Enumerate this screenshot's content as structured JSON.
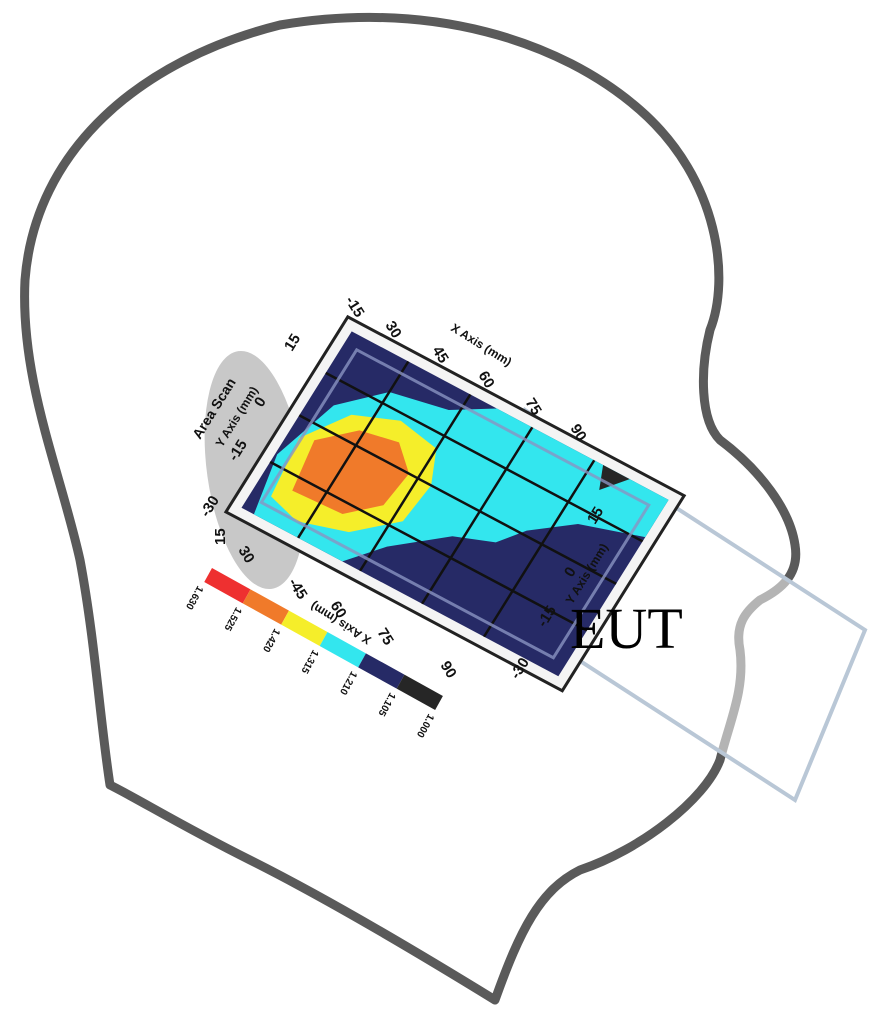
{
  "diagram": {
    "eut_label": "EUT",
    "scan_title": "Area Scan",
    "x_axis_label": "X Axis (mm)",
    "y_axis_label": "Y Axis (mm)",
    "x_ticks": [
      "-15",
      "30",
      "45",
      "60",
      "75",
      "90"
    ],
    "y_ticks": [
      "15",
      "0",
      "-15",
      "-30"
    ],
    "bottom_x_ticks": [
      "30",
      "-45",
      "60",
      "75",
      "90"
    ],
    "right_y_ticks": [
      "15",
      "0",
      "-15",
      "-30"
    ],
    "left_extra_tick": "15",
    "legend": {
      "values": [
        "1.630",
        "1.525",
        "1.420",
        "1.315",
        "1.210",
        "1.105",
        "1.000"
      ],
      "colors": [
        "#ee3030",
        "#f07a2a",
        "#f5ee2a",
        "#33e6ee",
        "#262a66",
        "#262626"
      ]
    },
    "colors": {
      "head_outline": "#555555",
      "background_field": "#262a66",
      "cyan": "#33e6ee",
      "yellow": "#f5ee2a",
      "orange": "#f07a2a",
      "eut_outline": "#b9c7d6"
    }
  }
}
